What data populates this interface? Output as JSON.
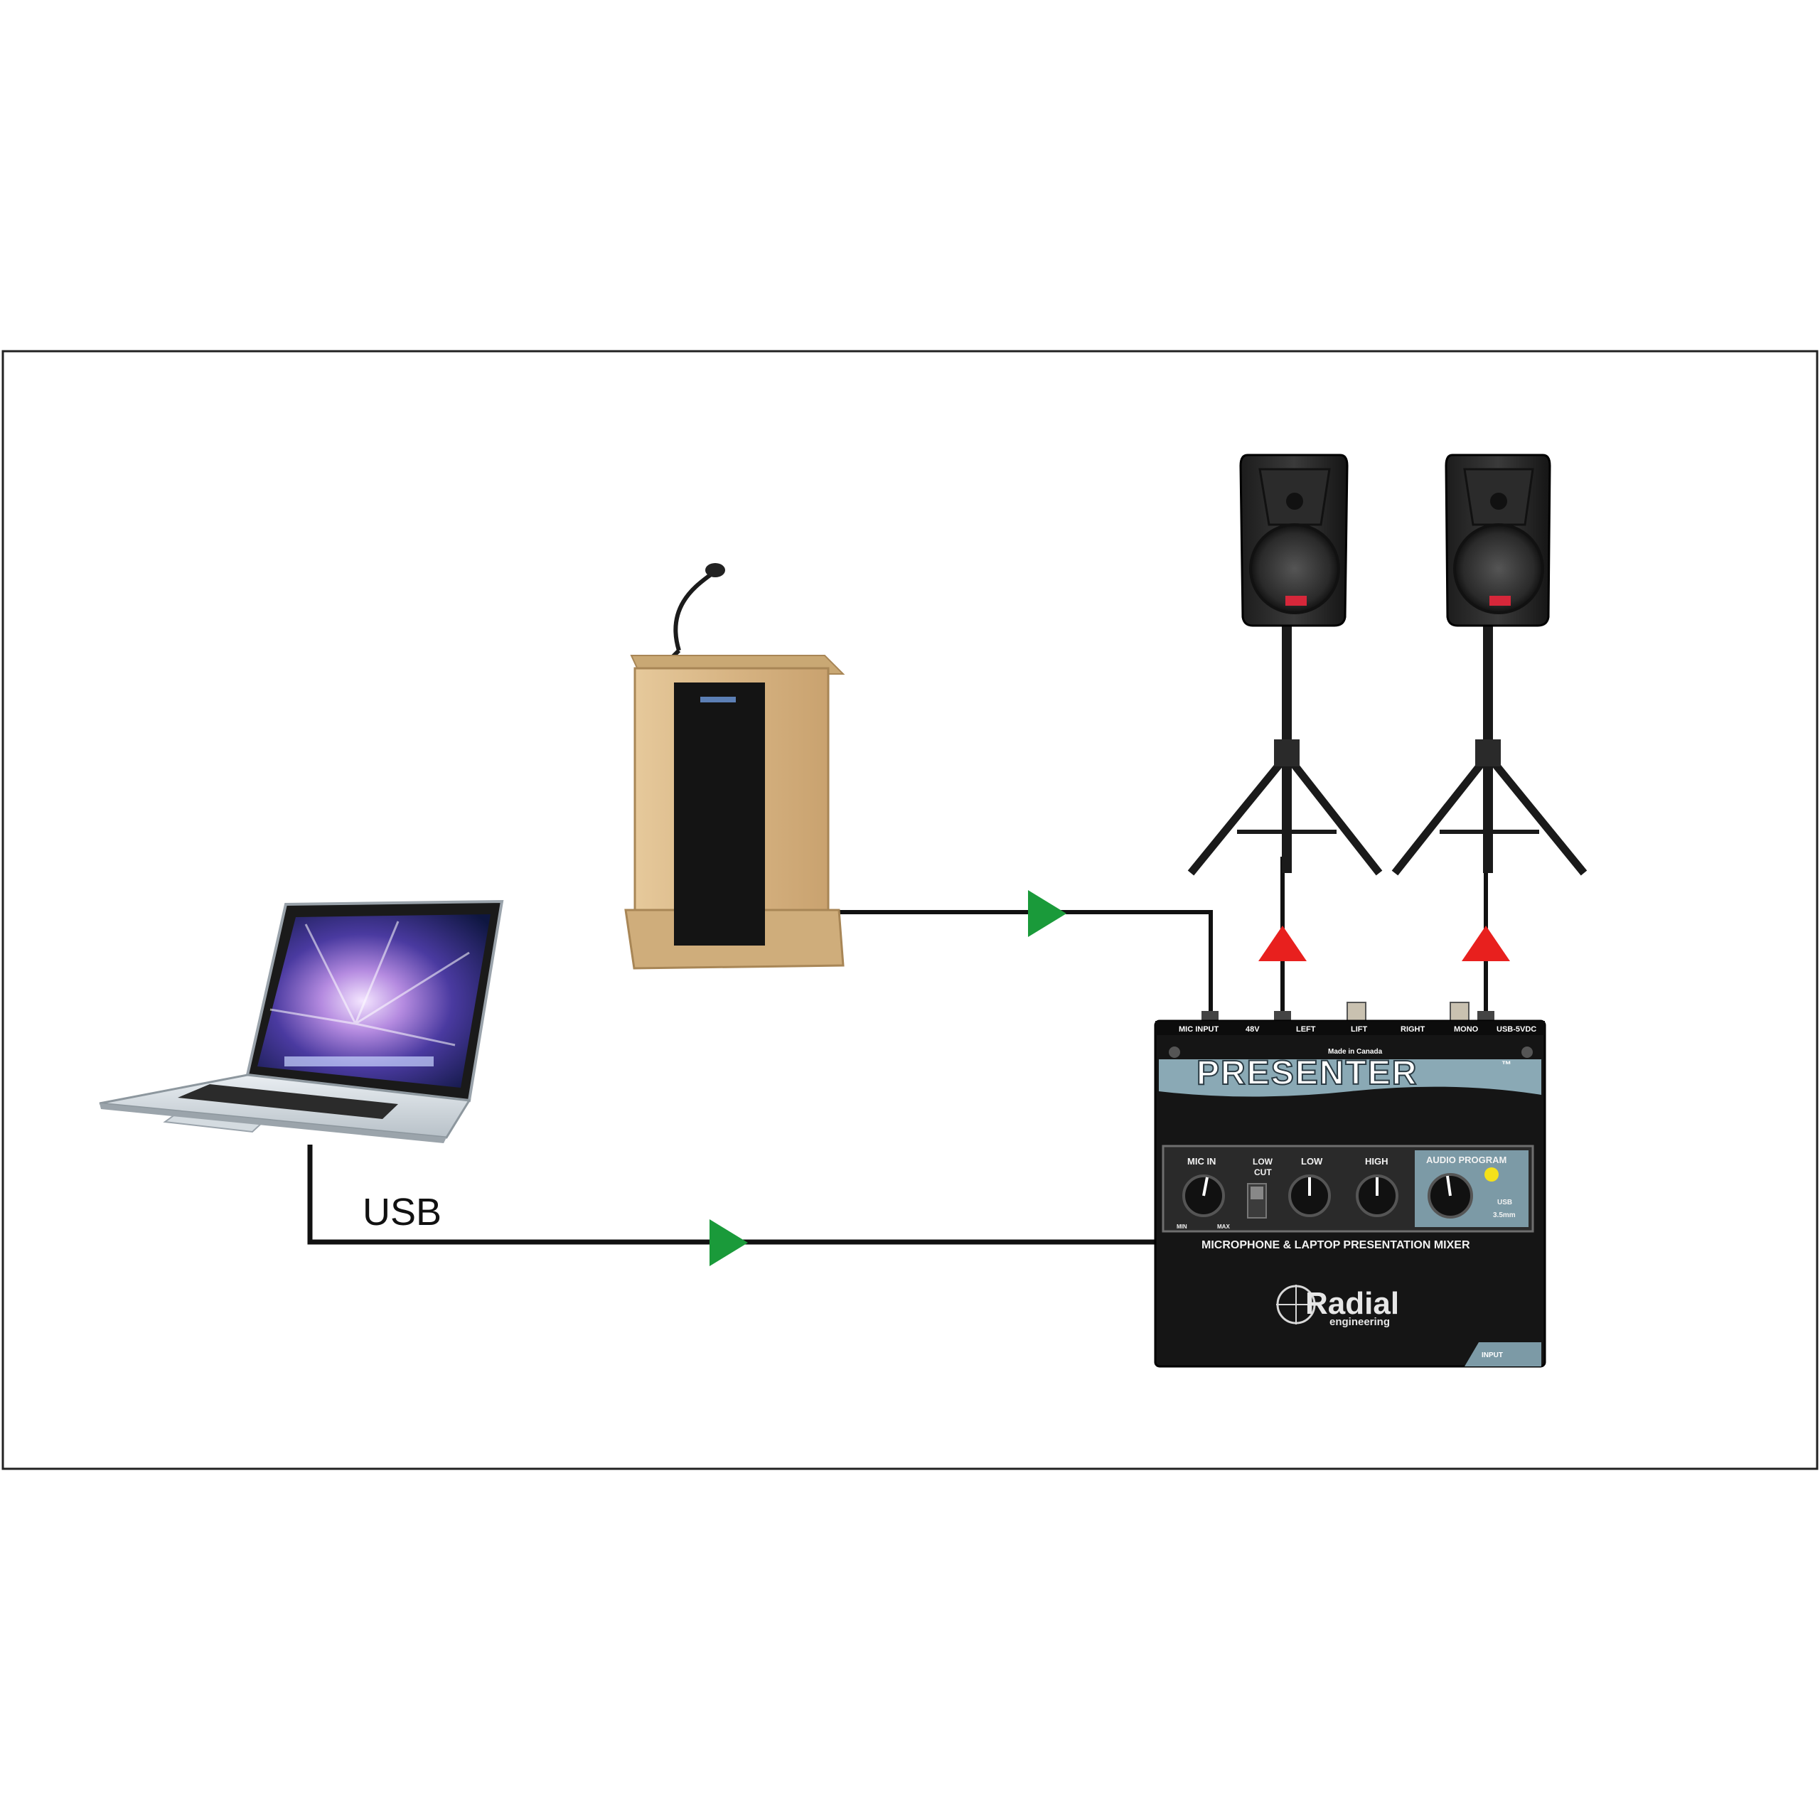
{
  "connections": {
    "usb_label": "USB"
  },
  "mixer": {
    "ports": [
      "MIC INPUT",
      "48V",
      "LEFT",
      "LIFT",
      "RIGHT",
      "MONO",
      "USB-5VDC"
    ],
    "made_in": "Made in Canada",
    "model": "PRESENTER",
    "trademark": "™",
    "controls": {
      "mic_in": "MIC IN",
      "low_cut": [
        "LOW",
        "CUT"
      ],
      "low": "LOW",
      "high": "HIGH",
      "audio_program": "AUDIO PROGRAM",
      "usb": "USB",
      "aux": "3.5mm",
      "min": "MIN",
      "max": "MAX"
    },
    "subtitle": "MICROPHONE & LAPTOP PRESENTATION MIXER",
    "brand": "Radial",
    "brand_sub": "engineering",
    "input_tab": "INPUT"
  },
  "colors": {
    "signal_arrow": "#1a9a3a",
    "output_arrow": "#e8201e",
    "cable": "#111111",
    "mixer_accent": "#8aa9b5",
    "wood": "#d9b98a"
  }
}
